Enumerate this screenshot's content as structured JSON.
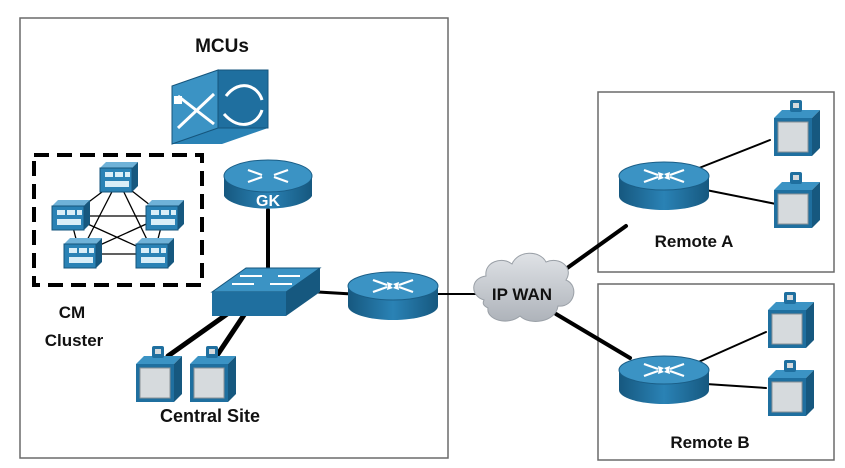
{
  "labels": {
    "mcus": "MCUs",
    "gk": "GK",
    "cm_line1": "CM",
    "cm_line2": "Cluster",
    "central_site": "Central Site",
    "ip_wan": "IP WAN",
    "remote_a": "Remote A",
    "remote_b": "Remote B"
  },
  "colors": {
    "device_blue": "#1f6f9f",
    "device_top": "#3b93c4",
    "cloud": "#c9ccd2",
    "phone_face": "#d6dadd",
    "box_border": "#6a6a6a",
    "link": "#000000"
  },
  "icons": [
    "mcu-icon",
    "gatekeeper-router-icon",
    "switch-icon",
    "router-icon",
    "cloud-icon",
    "ip-phone-icon",
    "callmanager-server-icon"
  ]
}
